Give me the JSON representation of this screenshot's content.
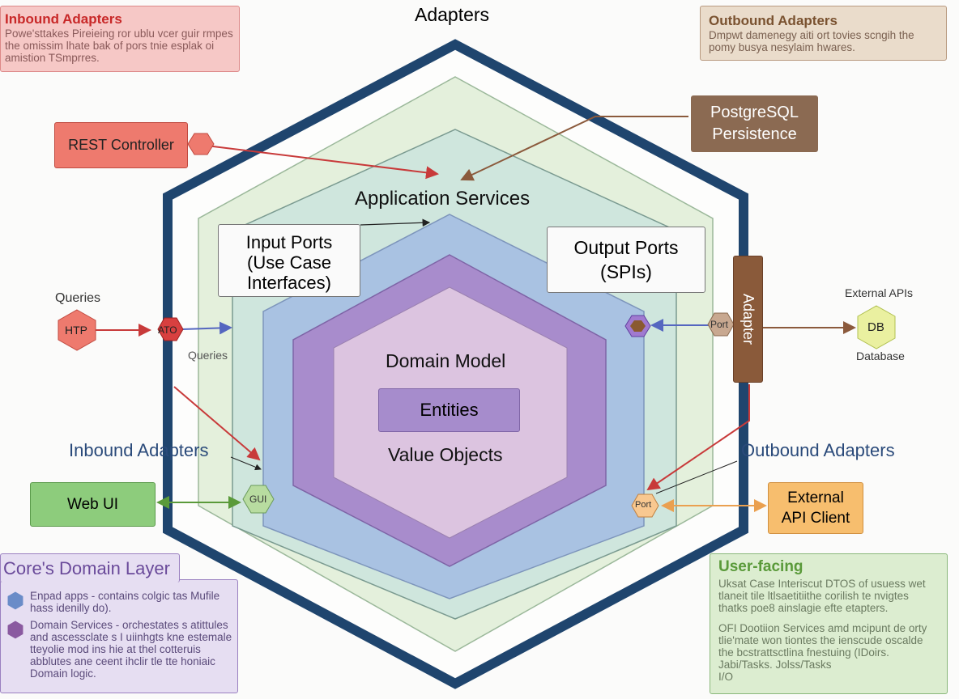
{
  "title": "Adapters",
  "notes": {
    "inbound": {
      "title": "Inbound Adapters",
      "body": "Powe'sttakes Pireieing ror ublu vcer guir rmpes the omissim lhate bak of pors tnie esplak oi amistion TSmprres."
    },
    "outbound": {
      "title": "Outbound Adapters",
      "body": "Dmpwt damenegy aiti ort tovies scngih the pomy busya nesylaim hwares."
    },
    "core": {
      "title": "Core's Domain Layer",
      "items": [
        {
          "icon": "blue-hexagon-icon",
          "text": "Enpad apps - contains colgic tas Mufile hass idenilly do)."
        },
        {
          "icon": "purple-hexagon-icon",
          "text": "Domain Services - orchestates s atittules and ascessclate s I uiinhgts kne estemale tteyolie mod ins hie at thel cotteruis abblutes ane ceent ihclir tle tte honiaic Domain logic."
        }
      ]
    },
    "user_facing": {
      "title": "User-facing",
      "body1": "Uksat Case Interiscut DTOS of usuess wet tlaneit tile ltlsaetitiithe corilish te nvigtes thatks poe8 ainslagie efte etapters.",
      "body2": "OFI Dootiion Services amd mcipunt de orty tlie'mate won tiontes the ienscude oscalde the bcstrattsctlina fnestuing (IDoirs. Jabi/Tasks. Jolss/Tasks",
      "body3": "I/O"
    }
  },
  "layers": {
    "application_services": "Application Services",
    "input_ports": [
      "Input Ports",
      "(Use Case",
      "Interfaces)"
    ],
    "output_ports": [
      "Output Ports",
      "(SPIs)"
    ],
    "domain_model": "Domain Model",
    "entities": "Entities",
    "value_objects": "Value Objects"
  },
  "external": {
    "rest_controller": "REST Controller",
    "postgres": [
      "PostgreSQL",
      "Persistence"
    ],
    "queries_top": "Queries",
    "http": "HTP",
    "ato": "ATO",
    "queries_inner": "Queries",
    "inbound_adapters": "Inbound Adapters",
    "web_ui": "Web UI",
    "gui": "GUI",
    "adapter": "Adapter",
    "port_right": "Port",
    "external_apis": "External APIs",
    "db": "DB",
    "database": "Database",
    "outbound_adapters": "Outbound Adapters",
    "port_bottom": "Port",
    "external_api_client": [
      "External",
      "API Client"
    ]
  },
  "colors": {
    "navy": "#1f456e",
    "rest": "#ee7a6e",
    "postgres": "#8b6a52",
    "webui": "#8dcc7c",
    "client": "#f7be6e",
    "adapter": "#8a5a3a"
  }
}
